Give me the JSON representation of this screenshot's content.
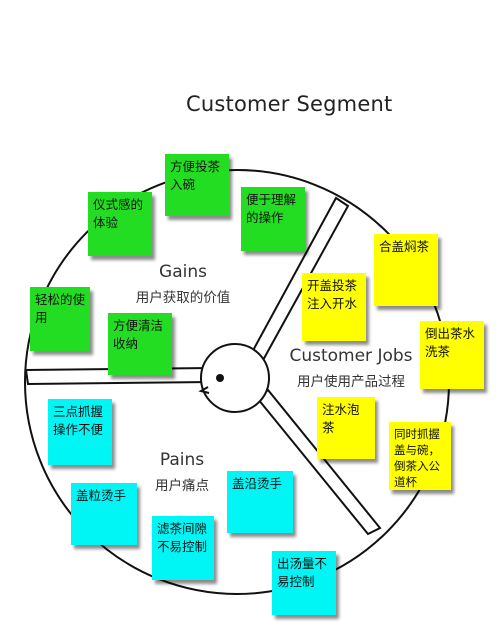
{
  "title": "Customer Segment",
  "colors": {
    "gains": "#22dd22",
    "jobs": "#ffff00",
    "pains": "#00f5f5",
    "line": "#111111"
  },
  "segments": {
    "gains": {
      "label_en": "Gains",
      "label_cn": "用户获取的价值",
      "notes": [
        "方便投茶入碗",
        "仪式感的体验",
        "便于理解的操作",
        "轻松的使用",
        "方便清洁收纳"
      ]
    },
    "jobs": {
      "label_en": "Customer Jobs",
      "label_cn": "用户使用产品过程",
      "notes": [
        "合盖焖茶",
        "开盖投茶注入开水",
        "倒出茶水洗茶",
        "注水泡茶",
        "同时抓握盖与碗，倒茶入公道杯"
      ]
    },
    "pains": {
      "label_en": "Pains",
      "label_cn": "用户痛点",
      "notes": [
        "三点抓握操作不便",
        "盖粒烫手",
        "盖沿烫手",
        "滤茶间隙不易控制",
        "出汤量不易控制"
      ]
    }
  }
}
